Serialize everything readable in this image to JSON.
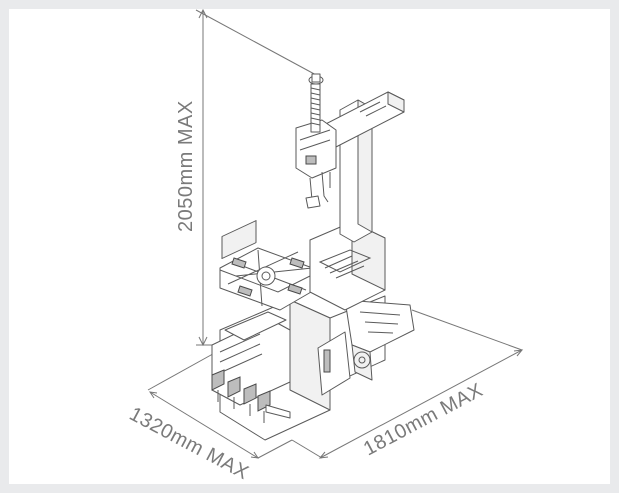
{
  "dimensions": {
    "height_label": "2050mm MAX",
    "depth_label": "1320mm MAX",
    "width_label": "1810mm MAX"
  },
  "colors": {
    "background": "#e9eaec",
    "card": "#ffffff",
    "line": "#5a5a5a",
    "label": "#7a7a7a"
  }
}
